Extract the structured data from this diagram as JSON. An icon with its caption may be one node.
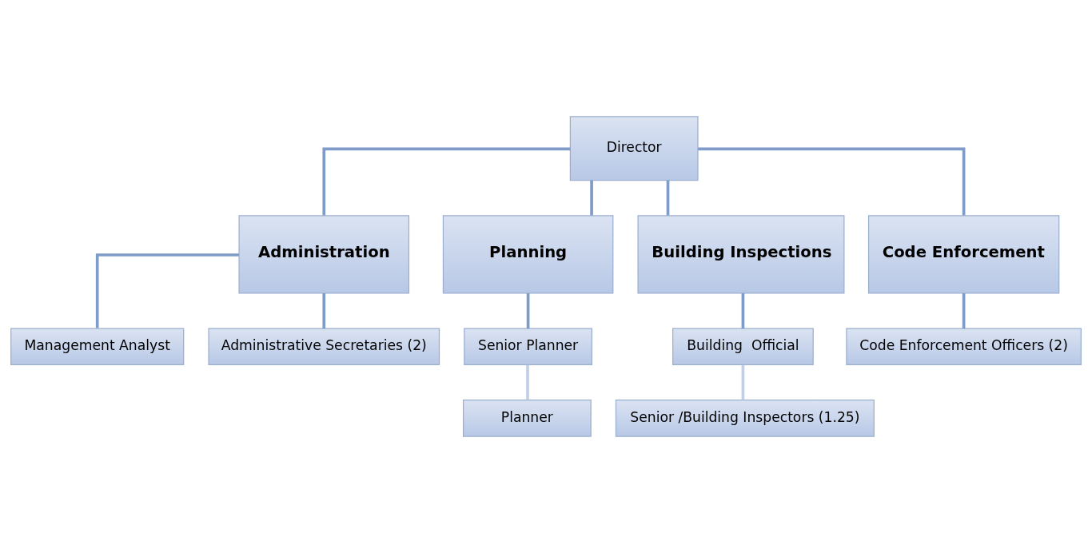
{
  "diagram": {
    "nodes": [
      {
        "text": [
          "Director"
        ]
      },
      {
        "text": [
          "Administration"
        ]
      },
      {
        "text": [
          "Planning"
        ]
      },
      {
        "text": [
          "Building Inspections"
        ]
      },
      {
        "text": [
          "Code Enforcement"
        ]
      },
      {
        "text": [
          "Management Analyst"
        ]
      },
      {
        "text": [
          "Administrative Secretaries (2)"
        ]
      },
      {
        "text": [
          "Senior Planner"
        ]
      },
      {
        "text": [
          "Planner"
        ]
      },
      {
        "text": [
          "Building  Official"
        ]
      },
      {
        "text": [
          "Senior /Building Inspectors (1.25)"
        ]
      },
      {
        "text": [
          "Code Enforcement Officers (2)"
        ]
      }
    ],
    "edges": [
      {
        "from": 0,
        "to": 1,
        "arrow": "none"
      },
      {
        "from": 0,
        "to": 2,
        "arrow": "none"
      },
      {
        "from": 0,
        "to": 3,
        "arrow": "none"
      },
      {
        "from": 0,
        "to": 4,
        "arrow": "none"
      },
      {
        "from": 1,
        "to": 5,
        "arrow": "none"
      },
      {
        "from": 1,
        "to": 6,
        "arrow": "none"
      },
      {
        "from": 2,
        "to": 7,
        "arrow": "none"
      },
      {
        "from": 7,
        "to": 8,
        "arrow": "none",
        "color": "#c3cfe4"
      },
      {
        "from": 3,
        "to": 9,
        "arrow": "none"
      },
      {
        "from": 9,
        "to": 10,
        "arrow": "none",
        "color": "#c3cfe4"
      },
      {
        "from": 4,
        "to": 11,
        "arrow": "none"
      }
    ]
  }
}
